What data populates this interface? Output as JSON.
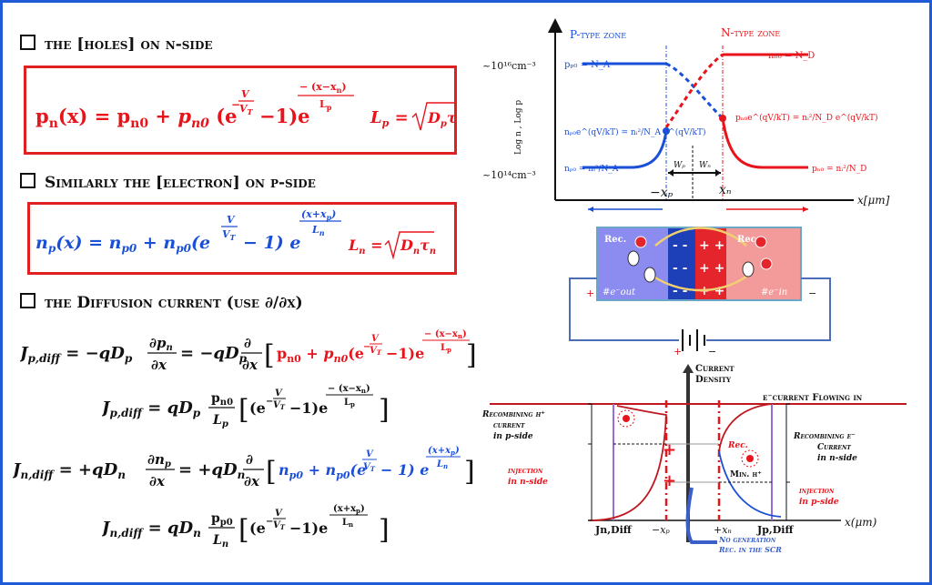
{
  "headings": {
    "holes": "the [holes] on n-side",
    "electrons": "Similarly the [electron] on p-side",
    "diffusion": "the Diffusion current (use ∂/∂x)"
  },
  "equations": {
    "pn": "pₙ(x) = pₙ₀ + pₙ₀(e^(−V/V_T) −1)e^(−(x−xₙ)/Lₚ)",
    "Lp": "Lₚ = √(DₚTₚ)",
    "np": "nₚ(x) = nₚ₀ + nₚ₀(e^(V/V_T) − 1) e^((x+xₚ)/Lₙ)",
    "Ln": "Lₙ = √(DₙTₙ)",
    "Jp1": "J_p,diff = −qDₚ ∂pₙ/∂x = −qDₚ ∂/∂x [pₙ₀ + pₙ₀(e^(−V/V_T) −1)e^(−(x−xₙ)/Lₚ)]",
    "Jp2": "J_p,diff = qDₚ pₙ₀/Lₚ [(e^(−V/V_T) −1)e^(−(x−xₙ)/Lₚ)]",
    "Jn1": "J_n,diff = +qDₙ ∂nₚ/∂x = +qDₙ ∂/∂x [nₚ₀ + nₚ₀(e^(V/V_T) − 1) e^((x+xₚ)/Lₙ)]",
    "Jn2": "J_n,diff = qDₙ pₚ₀/Lₙ [(e^(−V/V_T) −1)e^((x+xₚ)/Lₙ)]"
  },
  "top_plot": {
    "p_zone": "P-type zone",
    "n_zone": "N-type zone",
    "ylabel": "Log n , Log p",
    "tick_1e16": "~10¹⁶cm⁻³",
    "tick_1e14": "~10¹⁴cm⁻³",
    "pp0": "pₚ₀ = N_A",
    "nn0": "nₙ₀ = N_D",
    "np0_inj": "nₚ₀e^(qV/kT) = nᵢ²/N_A e^(qV/kT)",
    "pn0_inj": "pₙ₀e^(qV/kT) = nᵢ²/N_D e^(qV/kT)",
    "np0": "nₚ₀ = nᵢ²/N_A",
    "pn0": "pₙ₀ = nᵢ²/N_D",
    "Wp": "Wₚ",
    "Wn": "Wₙ",
    "minus_xp": "−xₚ",
    "xn": "xₙ",
    "xaxis": "x[μm]"
  },
  "junction": {
    "rec_left": "Rec.",
    "rec_right": "Rec.",
    "e_out": "#e⁻out",
    "e_in": "#e⁻in",
    "plus": "+",
    "minus": "−"
  },
  "bottom_plot": {
    "title1": "Current",
    "title2": "Density",
    "e_current": "e⁻current Flowing in",
    "rec_h1": "Recombining h⁺",
    "rec_h2": "current",
    "rec_h3": "in p-side",
    "inj_n1": "injection",
    "inj_n2": "in n-side",
    "rec_e1": "Recombining e⁻",
    "rec_e2": "Current",
    "rec_e3": "in n-side",
    "inj_p1": "injection",
    "inj_p2": "in p-side",
    "rec": "Rec.",
    "min_h": "Min. h⁺",
    "jn": "Jn,Diff",
    "jp": "Jp,Diff",
    "minus_xp": "−xₚ",
    "plus_xn": "+xₙ",
    "xaxis": "x(μm)",
    "nogen1": "No generation",
    "nogen2": "Rec. in the SCR"
  }
}
